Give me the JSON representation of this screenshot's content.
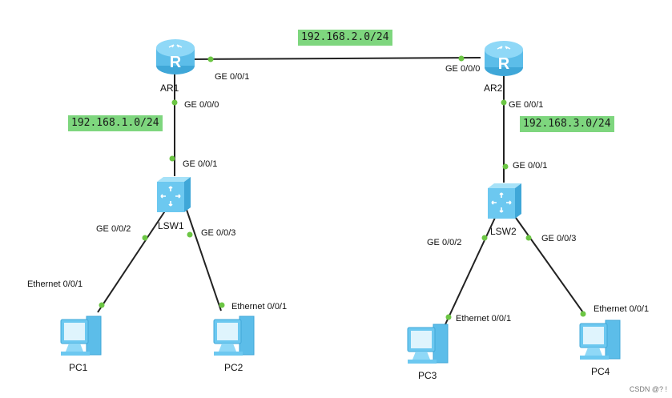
{
  "networks": {
    "n1": "192.168.1.0/24",
    "n2": "192.168.2.0/24",
    "n3": "192.168.3.0/24"
  },
  "devices": {
    "ar1": "AR1",
    "ar2": "AR2",
    "lsw1": "LSW1",
    "lsw2": "LSW2",
    "pc1": "PC1",
    "pc2": "PC2",
    "pc3": "PC3",
    "pc4": "PC4"
  },
  "ports": {
    "ar1_g001": "GE 0/0/1",
    "ar1_g000": "GE 0/0/0",
    "ar2_g000": "GE 0/0/0",
    "ar2_g001": "GE 0/0/1",
    "lsw1_g001": "GE 0/0/1",
    "lsw1_g002": "GE 0/0/2",
    "lsw1_g003": "GE 0/0/3",
    "lsw2_g001": "GE 0/0/1",
    "lsw2_g002": "GE 0/0/2",
    "lsw2_g003": "GE 0/0/3",
    "pc1_eth": "Ethernet 0/0/1",
    "pc2_eth": "Ethernet 0/0/1",
    "pc3_eth": "Ethernet 0/0/1",
    "pc4_eth": "Ethernet 0/0/1"
  },
  "watermark": "CSDN @?  !",
  "colors": {
    "link": "#222222",
    "port_dot": "#6cc644",
    "net_label_bg": "#7ed67e",
    "device_fill": "#6cc8f0"
  }
}
